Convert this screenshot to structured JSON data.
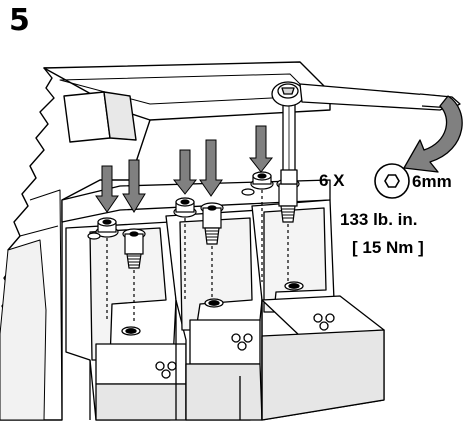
{
  "step": {
    "number": "5"
  },
  "instruction": {
    "fastener_count": "6 X",
    "hex_size": "6mm",
    "torque_imperial": "133 lb. in.",
    "torque_metric": "[ 15 Nm ]"
  },
  "icons": {
    "hex_socket": "hex-socket-icon",
    "rotation_arrow": "clockwise-rotation-arrow-icon",
    "torque_wrench": "torque-wrench-icon",
    "down_arrow": "down-arrow-icon"
  },
  "colors": {
    "line": "#000000",
    "arrow_fill": "#808080",
    "shade": "#d4d4d4",
    "body": "#ffffff"
  }
}
